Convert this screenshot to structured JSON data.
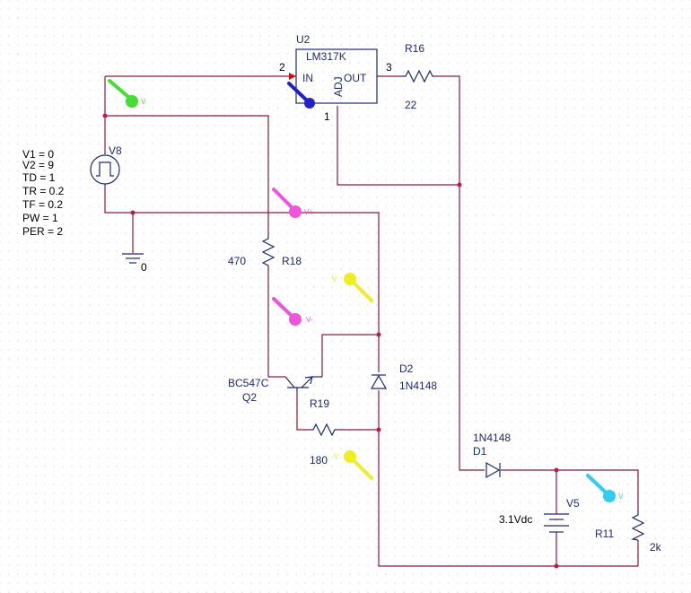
{
  "schematic": {
    "source": {
      "ref": "V8",
      "params": [
        "V1 = 0",
        "V2 = 9",
        "TD = 1",
        "TR = 0.2",
        "TF = 0.2",
        "PW = 1",
        "PER = 2"
      ],
      "ground_label": "0"
    },
    "regulator": {
      "ref": "U2",
      "part": "LM317K",
      "pin_in": "IN",
      "pin_out": "OUT",
      "pin_adj": "ADJ",
      "pin_num_in": "2",
      "pin_num_out": "3",
      "pin_num_adj": "1"
    },
    "r16": {
      "ref": "R16",
      "value": "22"
    },
    "r18": {
      "ref": "R18",
      "value": "470"
    },
    "r19": {
      "ref": "R19",
      "value": "180"
    },
    "q2": {
      "ref": "Q2",
      "part": "BC547C"
    },
    "d2": {
      "ref": "D2",
      "part": "1N4148"
    },
    "d1": {
      "ref": "D1",
      "part": "1N4148"
    },
    "v5": {
      "ref": "V5",
      "value": "3.1Vdc"
    },
    "r11": {
      "ref": "R11",
      "value": "2k"
    },
    "probe_text": {
      "v": "V",
      "vplus": "V+",
      "vminus": "V-"
    },
    "colors": {
      "wire": "#8b1a3a",
      "component": "#1c2a6e",
      "probe_green": "#44dd33",
      "probe_magenta": "#ee55dd",
      "probe_yellow": "#eeee22",
      "probe_cyan": "#33ccee",
      "probe_blue": "#2222cc"
    }
  }
}
